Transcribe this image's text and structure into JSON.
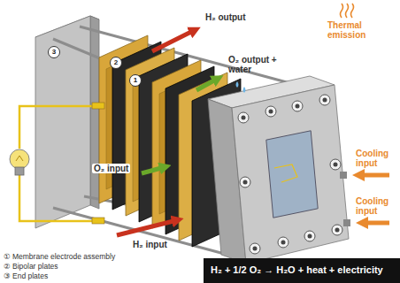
{
  "diagram": {
    "nodes": [
      {
        "text": [
          "H₂ + 1/2 O₂ → H₂O + heat + electricity"
        ]
      }
    ],
    "labels": [
      "H₂ output",
      "O₂ output + water",
      "Thermal emission",
      "O₂ input",
      "H₂ input",
      "Cooling input",
      "Cooling input",
      "1",
      "2",
      "3",
      "① Membrane electrode assembly",
      "② Bipolar plates",
      "③ End plates"
    ]
  }
}
